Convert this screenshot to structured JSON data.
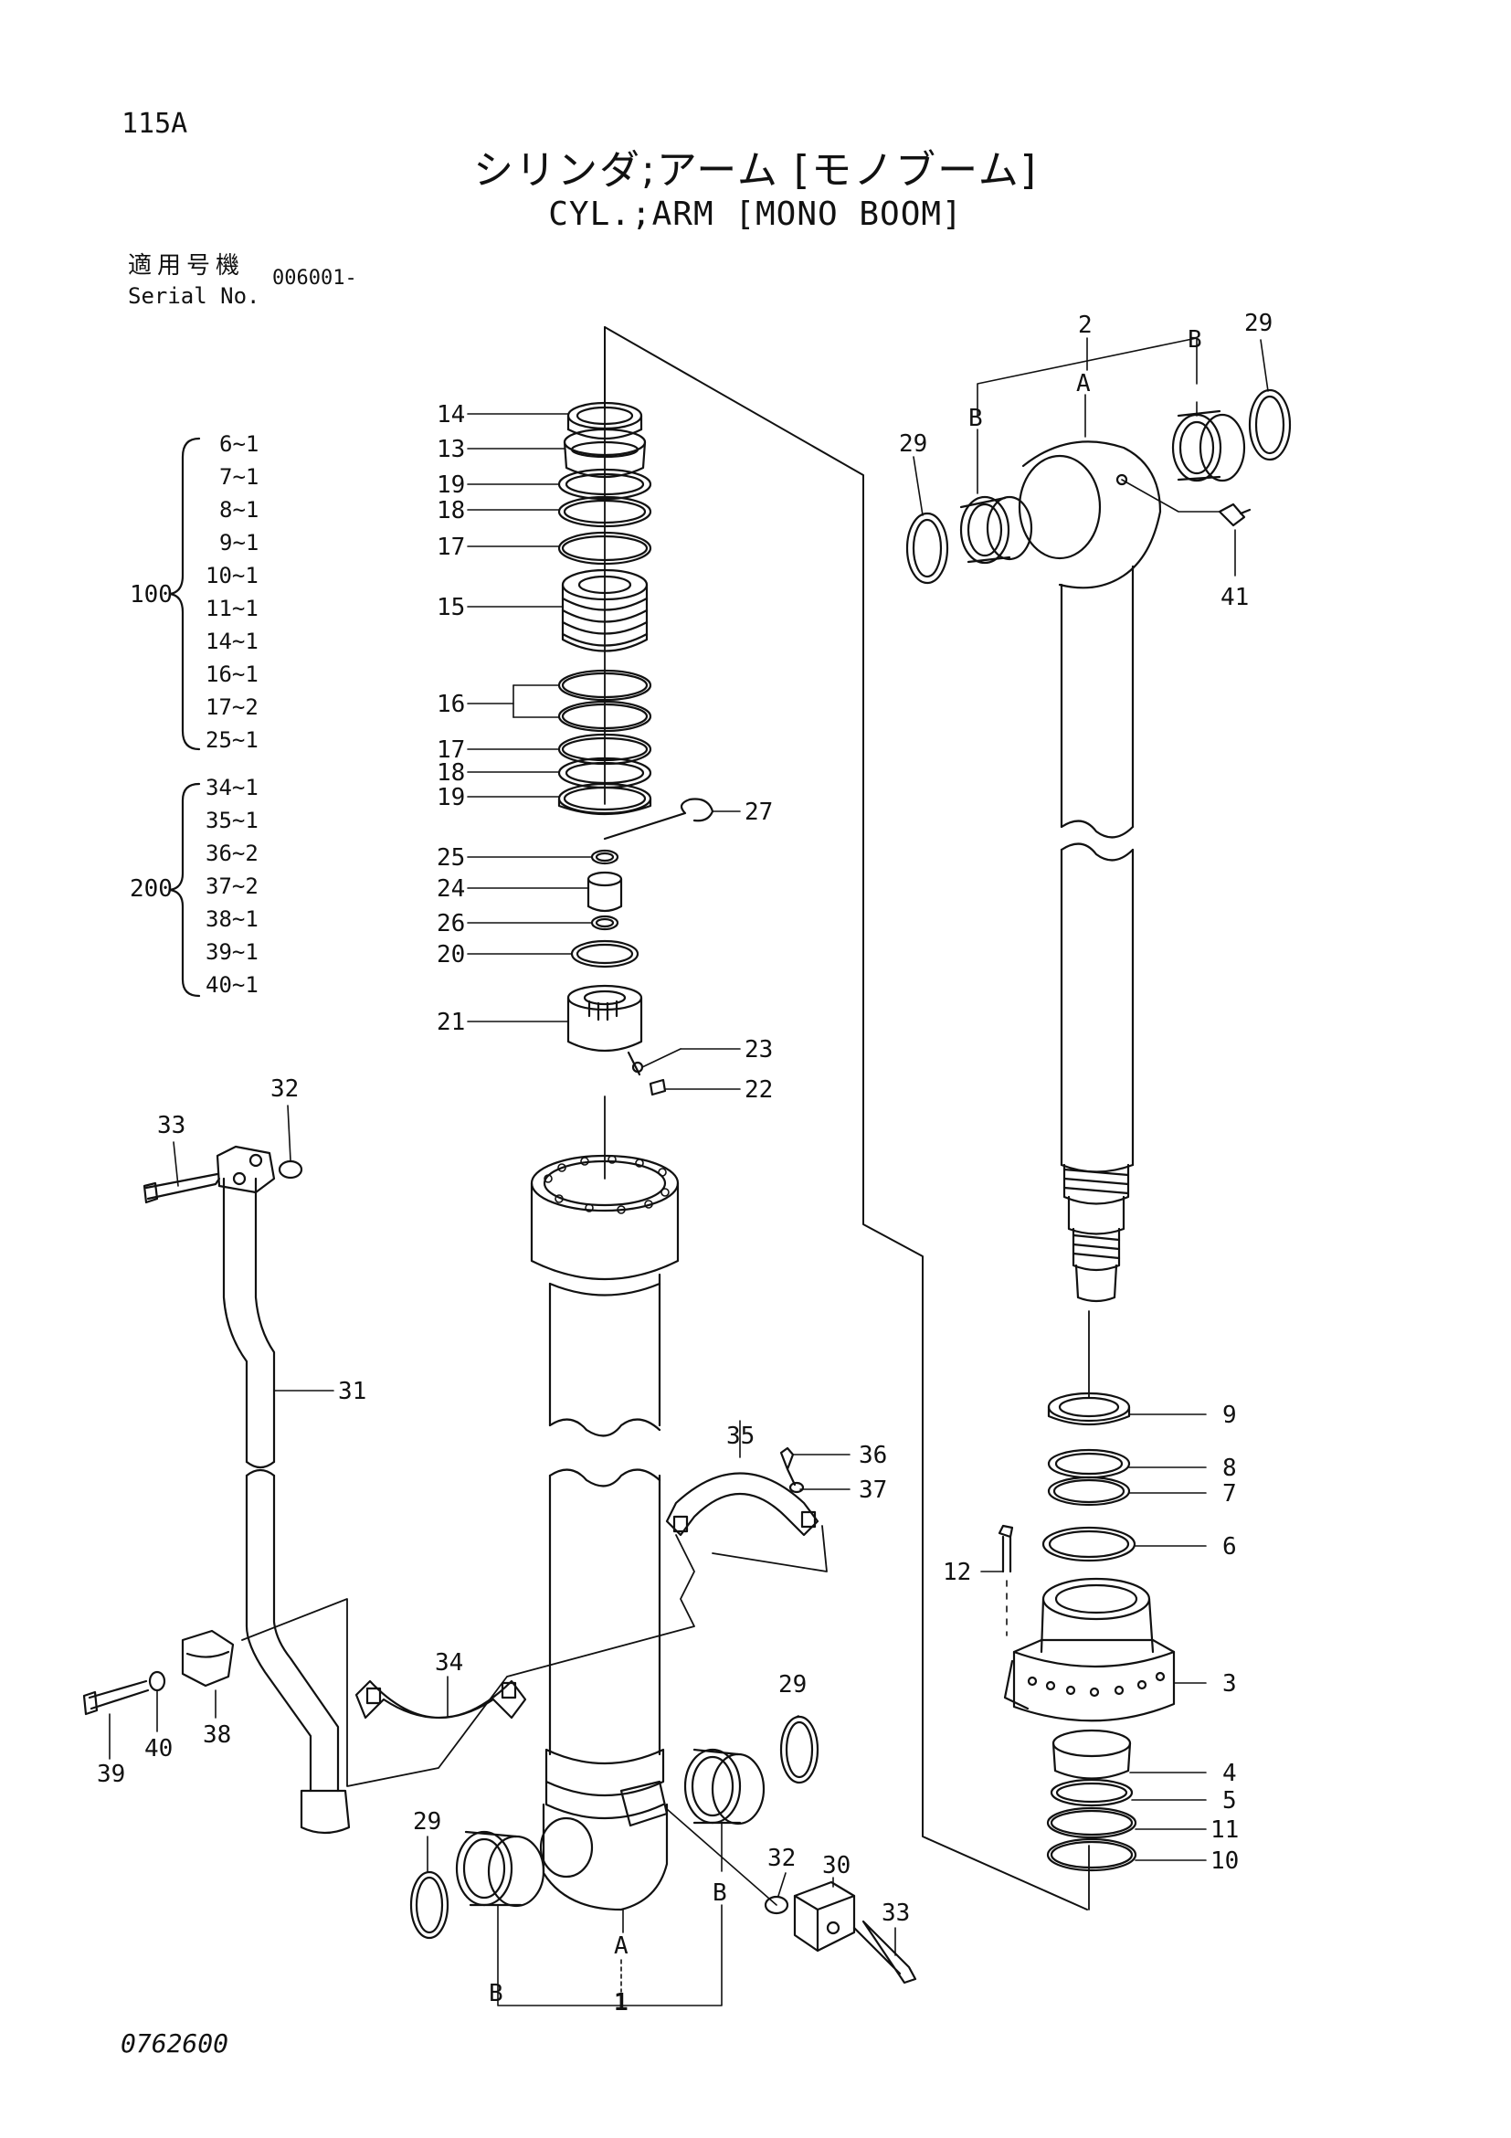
{
  "header": {
    "page_number": "115A",
    "title_jp": "シリンダ;アーム [モノブーム]",
    "title_en": "CYL.;ARM [MONO BOOM]",
    "serial_label_jp": "適用号機",
    "serial_label_en": "Serial No.",
    "serial_value": "006001-"
  },
  "footer": {
    "drawing_number": "0762600"
  },
  "kit_groups": [
    {
      "label": "100",
      "items": [
        "6~1",
        "7~1",
        "8~1",
        "9~1",
        "10~1",
        "11~1",
        "14~1",
        "16~1",
        "17~2",
        "25~1"
      ]
    },
    {
      "label": "200",
      "items": [
        "34~1",
        "35~1",
        "36~2",
        "37~2",
        "38~1",
        "39~1",
        "40~1"
      ]
    }
  ],
  "callouts": {
    "l14": "14",
    "l13": "13",
    "l19a": "19",
    "l18a": "18",
    "l17a": "17",
    "l15": "15",
    "l16": "16",
    "l17b": "17",
    "l18b": "18",
    "l19b": "19",
    "l25": "25",
    "l24": "24",
    "l26": "26",
    "l20": "20",
    "l21": "21",
    "r27": "27",
    "r23": "23",
    "r22": "22",
    "t2": "2",
    "tA": "A",
    "tB1": "B",
    "tB2": "B",
    "t29a": "29",
    "t29b": "29",
    "r41": "41",
    "r9": "9",
    "r8": "8",
    "r7": "7",
    "r6": "6",
    "l12": "12",
    "r3": "3",
    "r4": "4",
    "r5": "5",
    "r11": "11",
    "r10": "10",
    "t32a": "32",
    "t33a": "33",
    "r31": "31",
    "t35": "35",
    "r36": "36",
    "r37": "37",
    "t34": "34",
    "b38": "38",
    "b39": "39",
    "b40": "40",
    "t29c": "29",
    "t29d": "29",
    "t32b": "32",
    "t30": "30",
    "t33b": "33",
    "bA": "A",
    "bB1": "B",
    "bB2": "B",
    "b1": "1"
  }
}
